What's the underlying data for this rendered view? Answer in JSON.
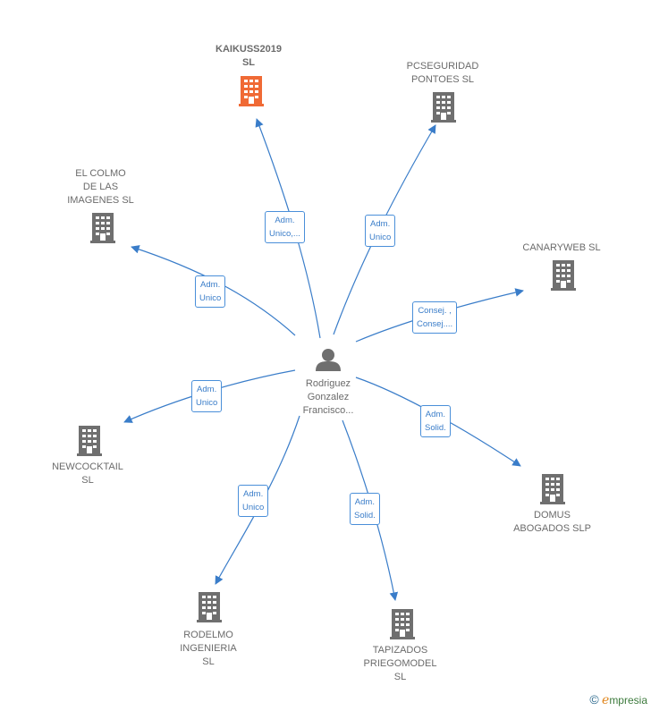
{
  "center": {
    "name": "Rodriguez\nGonzalez\nFrancisco..."
  },
  "nodes": [
    {
      "id": "kaikuss",
      "name": "KAIKUSS2019\nSL",
      "main": true,
      "color": "#f06a35",
      "edge": "Adm.\nUnico,..."
    },
    {
      "id": "pcseguridad",
      "name": "PCSEGURIDAD\nPONTOES SL",
      "main": false,
      "color": "#6f6f6f",
      "edge": "Adm.\nUnico"
    },
    {
      "id": "colmo",
      "name": "EL COLMO\nDE LAS\nIMAGENES SL",
      "main": false,
      "color": "#6f6f6f",
      "edge": "Adm.\nUnico"
    },
    {
      "id": "canaryweb",
      "name": "CANARYWEB SL",
      "main": false,
      "color": "#6f6f6f",
      "edge": "Consej. ,\nConsej...."
    },
    {
      "id": "newcocktail",
      "name": "NEWCOCKTAIL\nSL",
      "main": false,
      "color": "#6f6f6f",
      "edge": "Adm.\nUnico"
    },
    {
      "id": "domus",
      "name": "DOMUS\nABOGADOS SLP",
      "main": false,
      "color": "#6f6f6f",
      "edge": "Adm.\nSolid."
    },
    {
      "id": "rodelmo",
      "name": "RODELMO\nINGENIERIA\nSL",
      "main": false,
      "color": "#6f6f6f",
      "edge": "Adm.\nUnico"
    },
    {
      "id": "tapizados",
      "name": "TAPIZADOS\nPRIEGOMODEL\nSL",
      "main": false,
      "color": "#6f6f6f",
      "edge": "Adm.\nSolid."
    }
  ],
  "brand": {
    "copyright": "©",
    "e": "e",
    "rest": "mpresia"
  },
  "colors": {
    "edge": "#3a7dc9",
    "person": "#6f6f6f"
  }
}
